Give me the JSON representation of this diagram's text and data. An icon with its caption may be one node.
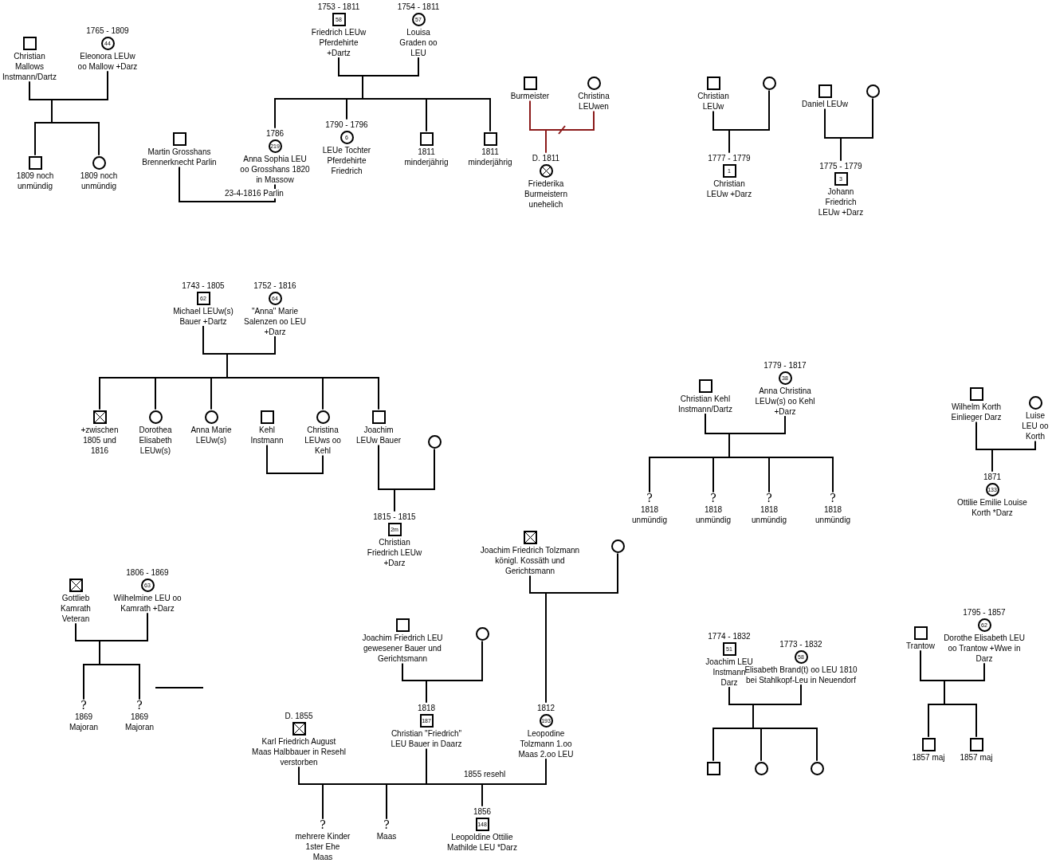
{
  "diagram": {
    "nodes": [
      {
        "text": [],
        "shape": "box",
        "beside": [
          "Christian Mallows Instmann/Dartz"
        ]
      },
      {
        "text": [
          "44"
        ],
        "beside": [
          "1765 - 1809",
          "Eleonora LEUw oo Mallow +Darz"
        ]
      },
      {
        "text": [],
        "shape": "box",
        "beside": [
          "1809 noch unmündig"
        ]
      },
      {
        "text": [],
        "shape": "circle",
        "beside": [
          "1809 noch unmündig"
        ]
      },
      {
        "text": [
          "58"
        ],
        "beside": [
          "1753 - 1811",
          "Friedrich LEUw Pferdehirte +Dartz"
        ]
      },
      {
        "text": [
          "57"
        ],
        "beside": [
          "1754 - 1811",
          "Louisa Graden oo LEU"
        ]
      },
      {
        "text": [],
        "shape": "box",
        "beside": [
          "Martin Grosshans Brennerknecht Parlin"
        ]
      },
      {
        "text": [
          "219"
        ],
        "beside": [
          "1786",
          "Anna Sophia LEU oo Grosshans 1820 in Massow"
        ]
      },
      {
        "text": [
          "6"
        ],
        "beside": [
          "1790 - 1796",
          "LEUe Tochter Pferdehirte Friedrich"
        ]
      },
      {
        "text": [],
        "shape": "box",
        "beside": [
          "1811 minderjährig"
        ]
      },
      {
        "text": [],
        "shape": "box",
        "beside": [
          "1811 minderjährig"
        ]
      },
      {
        "text": [],
        "shape": "box",
        "beside": [
          "Burmeister"
        ]
      },
      {
        "text": [],
        "shape": "circle",
        "beside": [
          "Christina LEUwen"
        ]
      },
      {
        "text": [],
        "shape": "circle",
        "beside": [
          "D. 1811",
          "Friederika Burmeistern unehelich"
        ]
      },
      {
        "text": [],
        "shape": "box",
        "beside": [
          "Christian LEUw"
        ]
      },
      {
        "text": [],
        "shape": "circle"
      },
      {
        "text": [
          "1"
        ],
        "beside": [
          "1777 - 1779",
          "Christian LEUw +Darz"
        ]
      },
      {
        "text": [],
        "shape": "box",
        "beside": [
          "Daniel LEUw"
        ]
      },
      {
        "text": [],
        "shape": "circle"
      },
      {
        "text": [
          "3"
        ],
        "beside": [
          "1775 - 1779",
          "Johann Friedrich LEUw +Darz"
        ]
      },
      {
        "text": [
          "62"
        ],
        "beside": [
          "1743 - 1805",
          "Michael LEUw(s) Bauer +Dartz"
        ]
      },
      {
        "text": [
          "64"
        ],
        "beside": [
          "1752 - 1816",
          "\"Anna\" Marie Salenzen oo LEU +Darz"
        ]
      },
      {
        "text": [],
        "shape": "box",
        "beside": [
          "+zwischen 1805 und 1816"
        ]
      },
      {
        "text": [],
        "shape": "circle",
        "beside": [
          "Dorothea Elisabeth LEUw(s)"
        ]
      },
      {
        "text": [],
        "shape": "circle",
        "beside": [
          "Anna Marie LEUw(s)"
        ]
      },
      {
        "text": [],
        "shape": "box",
        "beside": [
          "Kehl Instmann"
        ]
      },
      {
        "text": [],
        "shape": "circle",
        "beside": [
          "Christina LEUws oo Kehl"
        ]
      },
      {
        "text": [],
        "shape": "box",
        "beside": [
          "Joachim LEUw Bauer"
        ]
      },
      {
        "text": [],
        "shape": "circle"
      },
      {
        "text": [
          "2m"
        ],
        "beside": [
          "1815 - 1815",
          "Christian Friedrich LEUw +Darz"
        ]
      },
      {
        "text": [],
        "shape": "box",
        "beside": [
          "Christian Kehl Instmann/Dartz"
        ]
      },
      {
        "text": [
          "38"
        ],
        "beside": [
          "1779 - 1817",
          "Anna Christina LEUw(s) oo Kehl +Darz"
        ]
      },
      {
        "text": [
          "?"
        ],
        "beside": [
          "1818 unmündig"
        ]
      },
      {
        "text": [
          "?"
        ],
        "beside": [
          "1818 unmündig"
        ]
      },
      {
        "text": [
          "?"
        ],
        "beside": [
          "1818 unmündig"
        ]
      },
      {
        "text": [
          "?"
        ],
        "beside": [
          "1818 unmündig"
        ]
      },
      {
        "text": [],
        "shape": "box",
        "beside": [
          "Wilhelm Korth Einlieger Darz"
        ]
      },
      {
        "text": [],
        "shape": "circle",
        "beside": [
          "Luise LEU oo Korth"
        ]
      },
      {
        "text": [
          "133"
        ],
        "beside": [
          "1871",
          "Ottilie Emilie Louise Korth *Darz"
        ]
      },
      {
        "text": [],
        "shape": "box",
        "beside": [
          "Gottlieb Kamrath Veteran"
        ]
      },
      {
        "text": [
          "63"
        ],
        "beside": [
          "1806 - 1869",
          "Wilhelmine LEU oo Kamrath +Darz"
        ]
      },
      {
        "text": [
          "?"
        ],
        "beside": [
          "1869 Majoran"
        ]
      },
      {
        "text": [
          "?"
        ],
        "beside": [
          "1869 Majoran"
        ]
      },
      {
        "text": [],
        "shape": "box",
        "beside": [
          "Joachim Friedrich Tolzmann königl. Kossäth und Gerichtsmann"
        ]
      },
      {
        "text": [],
        "shape": "circle"
      },
      {
        "text": [],
        "shape": "box",
        "beside": [
          "Joachim Friedrich LEU gewesener Bauer und Gerichtsmann"
        ]
      },
      {
        "text": [],
        "shape": "circle"
      },
      {
        "text": [],
        "shape": "box",
        "beside": [
          "D. 1855",
          "Karl Friedrich August Maas Halbbauer in Resehl verstorben"
        ]
      },
      {
        "text": [
          "187"
        ],
        "beside": [
          "1818",
          "Christian \"Friedrich\" LEU Bauer in Daarz"
        ]
      },
      {
        "text": [
          "193"
        ],
        "beside": [
          "1812",
          "Leopodine Tolzmann 1.oo Maas 2.oo LEU"
        ]
      },
      {
        "text": [
          "?"
        ],
        "beside": [
          "mehrere Kinder 1ster Ehe Maas"
        ]
      },
      {
        "text": [
          "?"
        ],
        "beside": [
          "Maas"
        ]
      },
      {
        "text": [
          "148"
        ],
        "beside": [
          "1856",
          "Leopoldine Ottilie Mathilde LEU *Darz"
        ]
      },
      {
        "text": [
          "51"
        ],
        "beside": [
          "1774 - 1832",
          "Joachim LEU Instmann Darz"
        ]
      },
      {
        "text": [
          "58"
        ],
        "beside": [
          "1773 - 1832",
          "Elisabeth Brand(t) oo LEU 1810 bei Stahlkopf-Leu in Neuendorf"
        ]
      },
      {
        "text": [],
        "shape": "box"
      },
      {
        "text": [],
        "shape": "circle"
      },
      {
        "text": [],
        "shape": "circle"
      },
      {
        "text": [],
        "shape": "box",
        "beside": [
          "Trantow"
        ]
      },
      {
        "text": [
          "62"
        ],
        "beside": [
          "1795 - 1857",
          "Dorothe Elisabeth LEU oo Trantow +Wwe in Darz"
        ]
      },
      {
        "text": [],
        "shape": "box",
        "beside": [
          "1857 maj"
        ]
      },
      {
        "text": [],
        "shape": "box",
        "beside": [
          "1857 maj"
        ]
      }
    ],
    "edges": [
      {
        "from": 0,
        "to": 2,
        "arrow": "none"
      },
      {
        "from": 0,
        "to": 3,
        "arrow": "none"
      },
      {
        "from": 1,
        "to": 2,
        "arrow": "none"
      },
      {
        "from": 1,
        "to": 3,
        "arrow": "none"
      },
      {
        "from": 4,
        "to": 7,
        "arrow": "none"
      },
      {
        "from": 4,
        "to": 8,
        "arrow": "none"
      },
      {
        "from": 4,
        "to": 9,
        "arrow": "none"
      },
      {
        "from": 4,
        "to": 10,
        "arrow": "none"
      },
      {
        "from": 5,
        "to": 7,
        "arrow": "none"
      },
      {
        "from": 5,
        "to": 8,
        "arrow": "none"
      },
      {
        "from": 5,
        "to": 9,
        "arrow": "none"
      },
      {
        "from": 5,
        "to": 10,
        "arrow": "none"
      },
      {
        "from": 6,
        "to": 7,
        "arrow": "none",
        "label": "23-4-1816 Parlin"
      },
      {
        "from": 11,
        "to": 13,
        "arrow": "none",
        "color": "#8b1a1a"
      },
      {
        "from": 12,
        "to": 13,
        "arrow": "none",
        "color": "#8b1a1a"
      },
      {
        "from": 14,
        "to": 16,
        "arrow": "none"
      },
      {
        "from": 15,
        "to": 16,
        "arrow": "none"
      },
      {
        "from": 17,
        "to": 19,
        "arrow": "none"
      },
      {
        "from": 18,
        "to": 19,
        "arrow": "none"
      },
      {
        "from": 20,
        "to": 22,
        "arrow": "none"
      },
      {
        "from": 20,
        "to": 23,
        "arrow": "none"
      },
      {
        "from": 20,
        "to": 24,
        "arrow": "none"
      },
      {
        "from": 20,
        "to": 26,
        "arrow": "none"
      },
      {
        "from": 20,
        "to": 27,
        "arrow": "none"
      },
      {
        "from": 21,
        "to": 22,
        "arrow": "none"
      },
      {
        "from": 21,
        "to": 23,
        "arrow": "none"
      },
      {
        "from": 21,
        "to": 24,
        "arrow": "none"
      },
      {
        "from": 21,
        "to": 26,
        "arrow": "none"
      },
      {
        "from": 21,
        "to": 27,
        "arrow": "none"
      },
      {
        "from": 25,
        "to": 26,
        "arrow": "none"
      },
      {
        "from": 27,
        "to": 29,
        "arrow": "none"
      },
      {
        "from": 28,
        "to": 29,
        "arrow": "none"
      },
      {
        "from": 30,
        "to": 32,
        "arrow": "none"
      },
      {
        "from": 30,
        "to": 33,
        "arrow": "none"
      },
      {
        "from": 30,
        "to": 34,
        "arrow": "none"
      },
      {
        "from": 30,
        "to": 35,
        "arrow": "none"
      },
      {
        "from": 31,
        "to": 32,
        "arrow": "none"
      },
      {
        "from": 31,
        "to": 33,
        "arrow": "none"
      },
      {
        "from": 31,
        "to": 34,
        "arrow": "none"
      },
      {
        "from": 31,
        "to": 35,
        "arrow": "none"
      },
      {
        "from": 36,
        "to": 38,
        "arrow": "none"
      },
      {
        "from": 37,
        "to": 38,
        "arrow": "none"
      },
      {
        "from": 39,
        "to": 41,
        "arrow": "none"
      },
      {
        "from": 39,
        "to": 42,
        "arrow": "none"
      },
      {
        "from": 40,
        "to": 41,
        "arrow": "none"
      },
      {
        "from": 40,
        "to": 42,
        "arrow": "none"
      },
      {
        "from": 43,
        "to": 49,
        "arrow": "none"
      },
      {
        "from": 44,
        "to": 49,
        "arrow": "none"
      },
      {
        "from": 45,
        "to": 48,
        "arrow": "none"
      },
      {
        "from": 46,
        "to": 48,
        "arrow": "none"
      },
      {
        "from": 47,
        "to": 50,
        "arrow": "none"
      },
      {
        "from": 47,
        "to": 51,
        "arrow": "none"
      },
      {
        "from": 49,
        "to": 50,
        "arrow": "none"
      },
      {
        "from": 49,
        "to": 51,
        "arrow": "none"
      },
      {
        "from": 48,
        "to": 52,
        "arrow": "none"
      },
      {
        "from": 49,
        "to": 52,
        "arrow": "none",
        "label": "1855 resehl"
      },
      {
        "from": 53,
        "to": 55,
        "arrow": "none"
      },
      {
        "from": 53,
        "to": 56,
        "arrow": "none"
      },
      {
        "from": 53,
        "to": 57,
        "arrow": "none"
      },
      {
        "from": 54,
        "to": 55,
        "arrow": "none"
      },
      {
        "from": 54,
        "to": 56,
        "arrow": "none"
      },
      {
        "from": 54,
        "to": 57,
        "arrow": "none"
      },
      {
        "from": 58,
        "to": 60,
        "arrow": "none"
      },
      {
        "from": 58,
        "to": 61,
        "arrow": "none"
      },
      {
        "from": 59,
        "to": 60,
        "arrow": "none"
      },
      {
        "from": 59,
        "to": 61,
        "arrow": "none"
      }
    ]
  }
}
